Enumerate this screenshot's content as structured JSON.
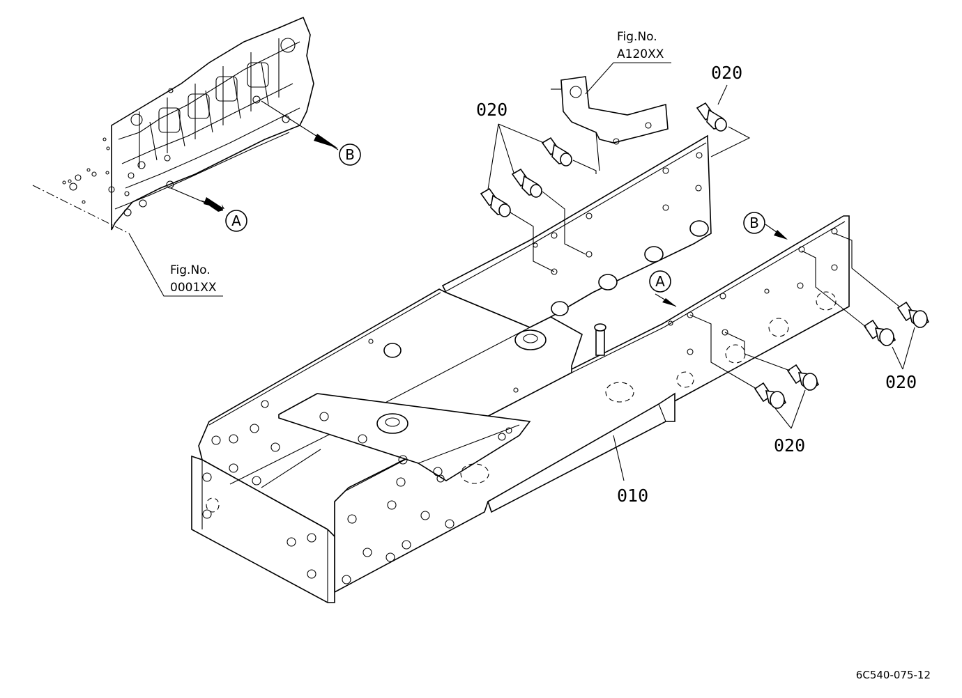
{
  "figures": [
    {
      "label": "Fig.No.",
      "number": "A120XX"
    },
    {
      "label": "Fig.No.",
      "number": "0001XX"
    }
  ],
  "callouts": {
    "part_020_a": "020",
    "part_020_b": "020",
    "part_020_c": "020",
    "part_020_d": "020",
    "part_010": "010"
  },
  "markers": {
    "a_engine": "A",
    "b_engine": "B",
    "a_frame": "A",
    "b_frame": "B"
  },
  "drawing_code": "6C540-075-12"
}
